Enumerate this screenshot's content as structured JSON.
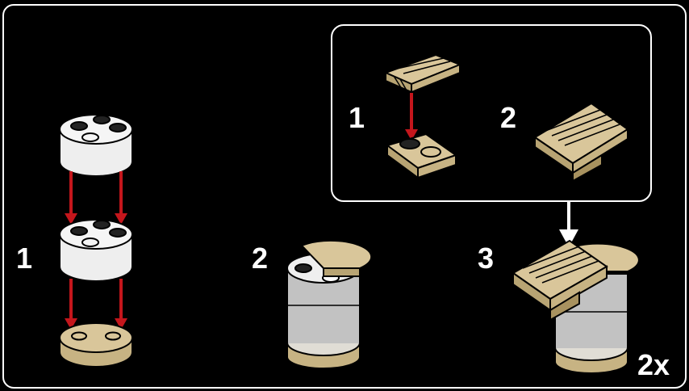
{
  "steps": {
    "main": [
      "1",
      "2",
      "3"
    ],
    "sub": [
      "1",
      "2"
    ]
  },
  "multiplier": "2x",
  "colors": {
    "background": "#000000",
    "tan": "#d9c69a",
    "tan_dark": "#b8a473",
    "white_brick": "#f2f2f2",
    "trans_clear": "#dcdcdc",
    "arrow_red": "#c4161c",
    "callout_border": "#ffffff"
  }
}
